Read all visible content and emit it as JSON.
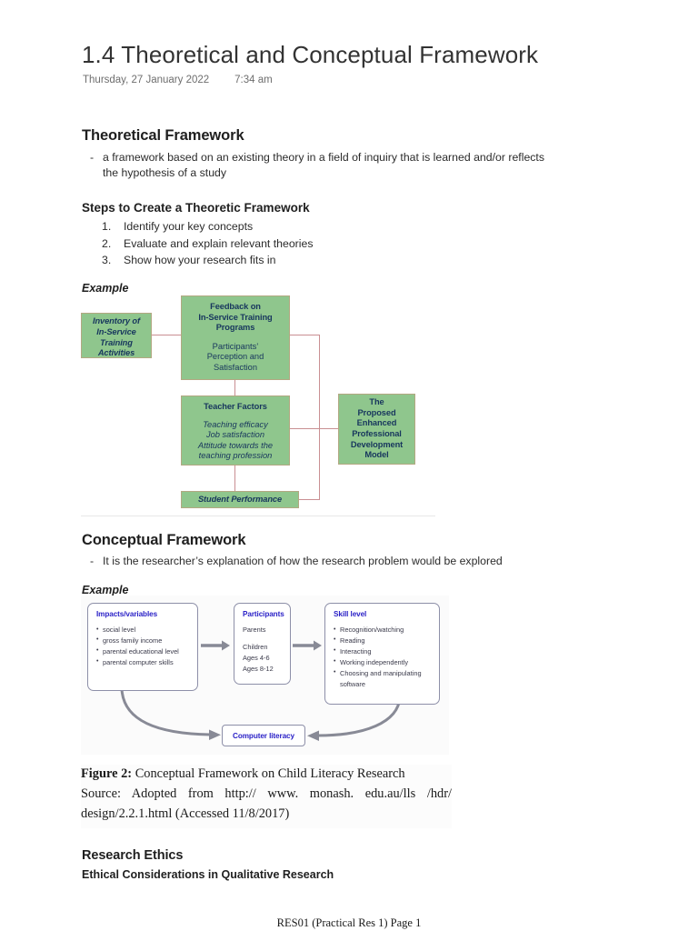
{
  "document": {
    "title": "1.4 Theoretical and Conceptual Framework",
    "date": "Thursday, 27 January 2022",
    "time": "7:34 am",
    "footer": "RES01 (Practical Res 1) Page 1"
  },
  "sections": {
    "theoretical": {
      "heading": "Theoretical Framework",
      "definition": "a framework based on an existing theory in a field of inquiry that is learned and/or reflects the hypothesis of a study",
      "steps_heading": "Steps to Create a Theoretic Framework",
      "steps": [
        {
          "index": "1.",
          "text": "Identify your key concepts"
        },
        {
          "index": "2.",
          "text": "Evaluate and explain relevant theories"
        },
        {
          "index": "3.",
          "text": "Show how your research fits in"
        }
      ],
      "example_label": "Example"
    },
    "conceptual": {
      "heading": "Conceptual Framework",
      "definition": "It is the researcher’s explanation of how the research problem would be explored",
      "example_label": "Example"
    },
    "ethics": {
      "heading": "Research Ethics",
      "subheading": "Ethical Considerations in Qualitative Research"
    }
  },
  "figure1": {
    "name": "Enhanced Professional Development Model diagram",
    "colors": {
      "box_fill": "#8fc68d",
      "box_border": "#b3a882",
      "text": "#17365d",
      "connector": "#c98f92"
    },
    "boxes": {
      "inventory": {
        "title": "Inventory of\nIn-Service\nTraining\nActivities"
      },
      "feedback": {
        "title": "Feedback on\nIn-Service Training\nPrograms",
        "body": "Participants’\nPerception and\nSatisfaction"
      },
      "teacher": {
        "title": "Teacher Factors",
        "body": "Teaching efficacy\nJob satisfaction\nAttitude towards the\nteaching profession"
      },
      "student": {
        "title": "Student Performance"
      },
      "model": {
        "title": "The\nProposed\nEnhanced\nProfessional\nDevelopment\nModel"
      }
    }
  },
  "figure2": {
    "name": "Conceptual Framework on Child Literacy Research",
    "colors": {
      "box_border": "#8d8fa8",
      "title_text": "#2b22c7",
      "body_text": "#3a3a4a",
      "arrow": "#888a96"
    },
    "boxes": {
      "impacts": {
        "title": "Impacts/variables",
        "items": [
          "social level",
          "gross family income",
          "parental educational level",
          "parental computer skills"
        ]
      },
      "participants": {
        "title": "Participants",
        "lines": [
          "Parents",
          "Children",
          "Ages 4-6",
          "Ages 8-12"
        ]
      },
      "skill": {
        "title": "Skill level",
        "items": [
          "Recognition/watching",
          "Reading",
          "Interacting",
          "Working independently",
          "Choosing and manipulating software"
        ]
      },
      "literacy": {
        "title": "Computer literacy"
      }
    },
    "caption": {
      "lead": "Figure 2:",
      "title": " Conceptual Framework on Child Literacy Research",
      "source": "Source: Adopted from http:// www. monash. edu.au/lls /hdr/ design/2.2.1.html (Accessed 11/8/2017)"
    }
  }
}
